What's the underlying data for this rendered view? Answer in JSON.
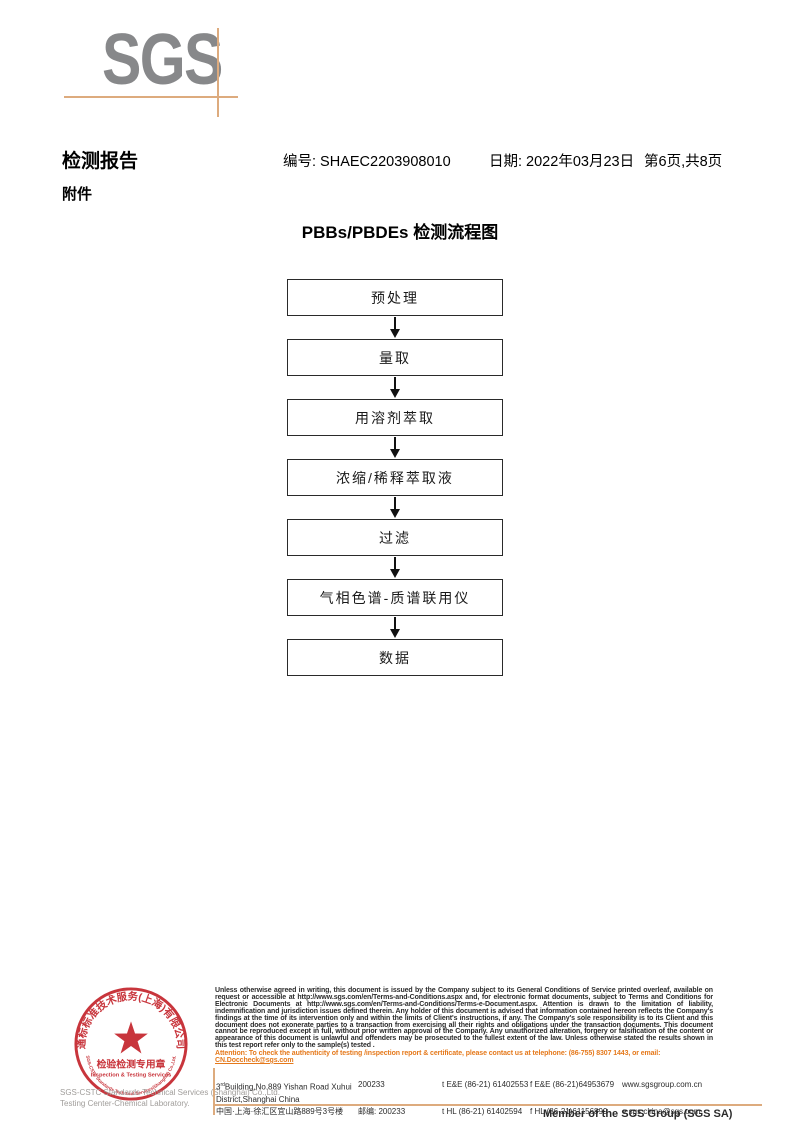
{
  "colors": {
    "accent_line": "#ddab7e",
    "logo_gray": "#87888a",
    "stamp_red": "#c4242c",
    "attention_orange": "#e5791b"
  },
  "logo": {
    "text": "SGS"
  },
  "header": {
    "report_title": "检测报告",
    "number": "编号: SHAEC2203908010",
    "date": "日期: 2022年03月23日",
    "page_info": "第6页,共8页",
    "attachment": "附件"
  },
  "flowchart": {
    "title": "PBBs/PBDEs 检测流程图",
    "steps": [
      "预处理",
      "量取",
      "用溶剂萃取",
      "浓缩/稀释萃取液",
      "过滤",
      "气相色谱-质谱联用仪",
      "数据"
    ]
  },
  "footer": {
    "stamp": {
      "ring_text_top": "通标标准技术服务(上海)有限公司",
      "center_line1": "检验检测专用章",
      "center_line2": "Inspection & Testing Services",
      "ring_text_bottom": "SGS-CSTC Standards Technical Services(Shanghai) Co.,Ltd."
    },
    "company_line1": "SGS-CSTC Standards Technical Services (Shanghai) Co.,Ltd.",
    "company_line2": "Testing Center-Chemical Laboratory.",
    "legal_text": "Unless otherwise agreed in writing, this document is issued by the Company subject to its General Conditions of Service printed overleaf, available on request or accessible at http://www.sgs.com/en/Terms-and-Conditions.aspx and, for electronic format documents, subject to Terms and Conditions for Electronic Documents at http://www.sgs.com/en/Terms-and-Conditions/Terms-e-Document.aspx. Attention is drawn to the limitation of liability, indemnification and jurisdiction issues defined therein. Any holder of this document is advised that information contained hereon reflects the Company's findings at the time of its intervention only and within the limits of Client's instructions, if any. The Company's sole responsibility is to its Client and this document does not exonerate parties to a transaction from exercising all their rights and obligations under the transaction documents. This document cannot be reproduced except in full, without prior written approval of the Company. Any unauthorized alteration, forgery or falsification of the content or appearance of this document is unlawful and offenders may be prosecuted to the fullest extent of the law. Unless otherwise stated the results shown in this test report refer only to the sample(s) tested .",
    "attention_prefix": "Attention: To check the authenticity of testing /inspection report & certificate, please contact us at telephone: (86-755) 8307 1443, or email: ",
    "attention_email": "CN.Doccheck@sgs.com",
    "address": {
      "en_prefix": "3",
      "en_sup": "rd",
      "en_rest": "Building,No.889 Yishan Road Xuhui District,Shanghai China",
      "en_postcode": "200233",
      "phone1": "t E&E (86-21) 61402553",
      "fax1": "f E&E (86-21)64953679",
      "web": "www.sgsgroup.com.cn",
      "cn_line": "中国·上海·徐汇区宜山路889号3号楼",
      "cn_postcode": "邮编: 200233",
      "phone2": "t HL (86-21) 61402594",
      "fax2": "f HL (86-21)61156899",
      "email": "e  sgs.china@sgs.com"
    },
    "member_text": "Member of the SGS Group (SGS SA)"
  }
}
